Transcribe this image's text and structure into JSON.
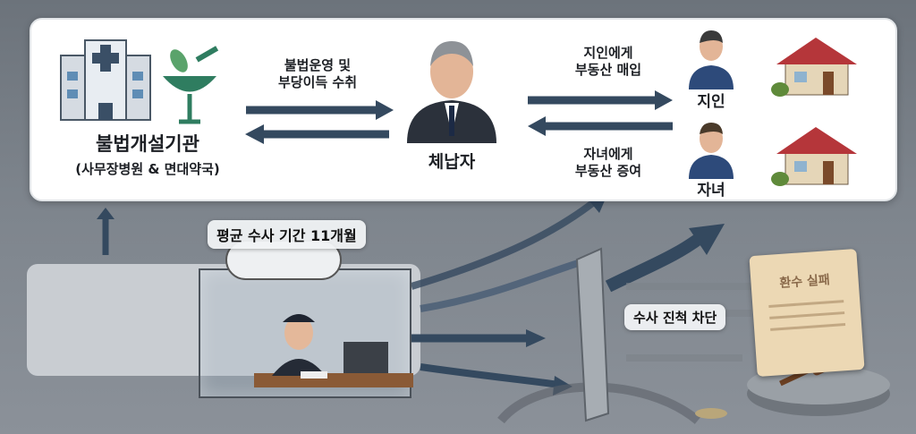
{
  "top": {
    "institution_title": "불법개설기관",
    "institution_subtitle": "(사무장병원 & 면대약국)",
    "flow_label_line1": "불법운영 및",
    "flow_label_line2": "부당이득 수취",
    "debtor_label": "체납자",
    "acquaintance_flow_line1": "지인에게",
    "acquaintance_flow_line2": "부동산 매입",
    "child_flow_line1": "자녀에게",
    "child_flow_line2": "부동산 증여",
    "acquaintance_label": "지인",
    "child_label": "자녀"
  },
  "bottom": {
    "investigation_period": "평균 수사 기간 11개월",
    "blocked_label": "수사 진척 차단",
    "recovery_failed": "환수 실패"
  },
  "colors": {
    "arrow": "#34495f",
    "panel": "#ffffff",
    "roof": "#b5363a"
  }
}
